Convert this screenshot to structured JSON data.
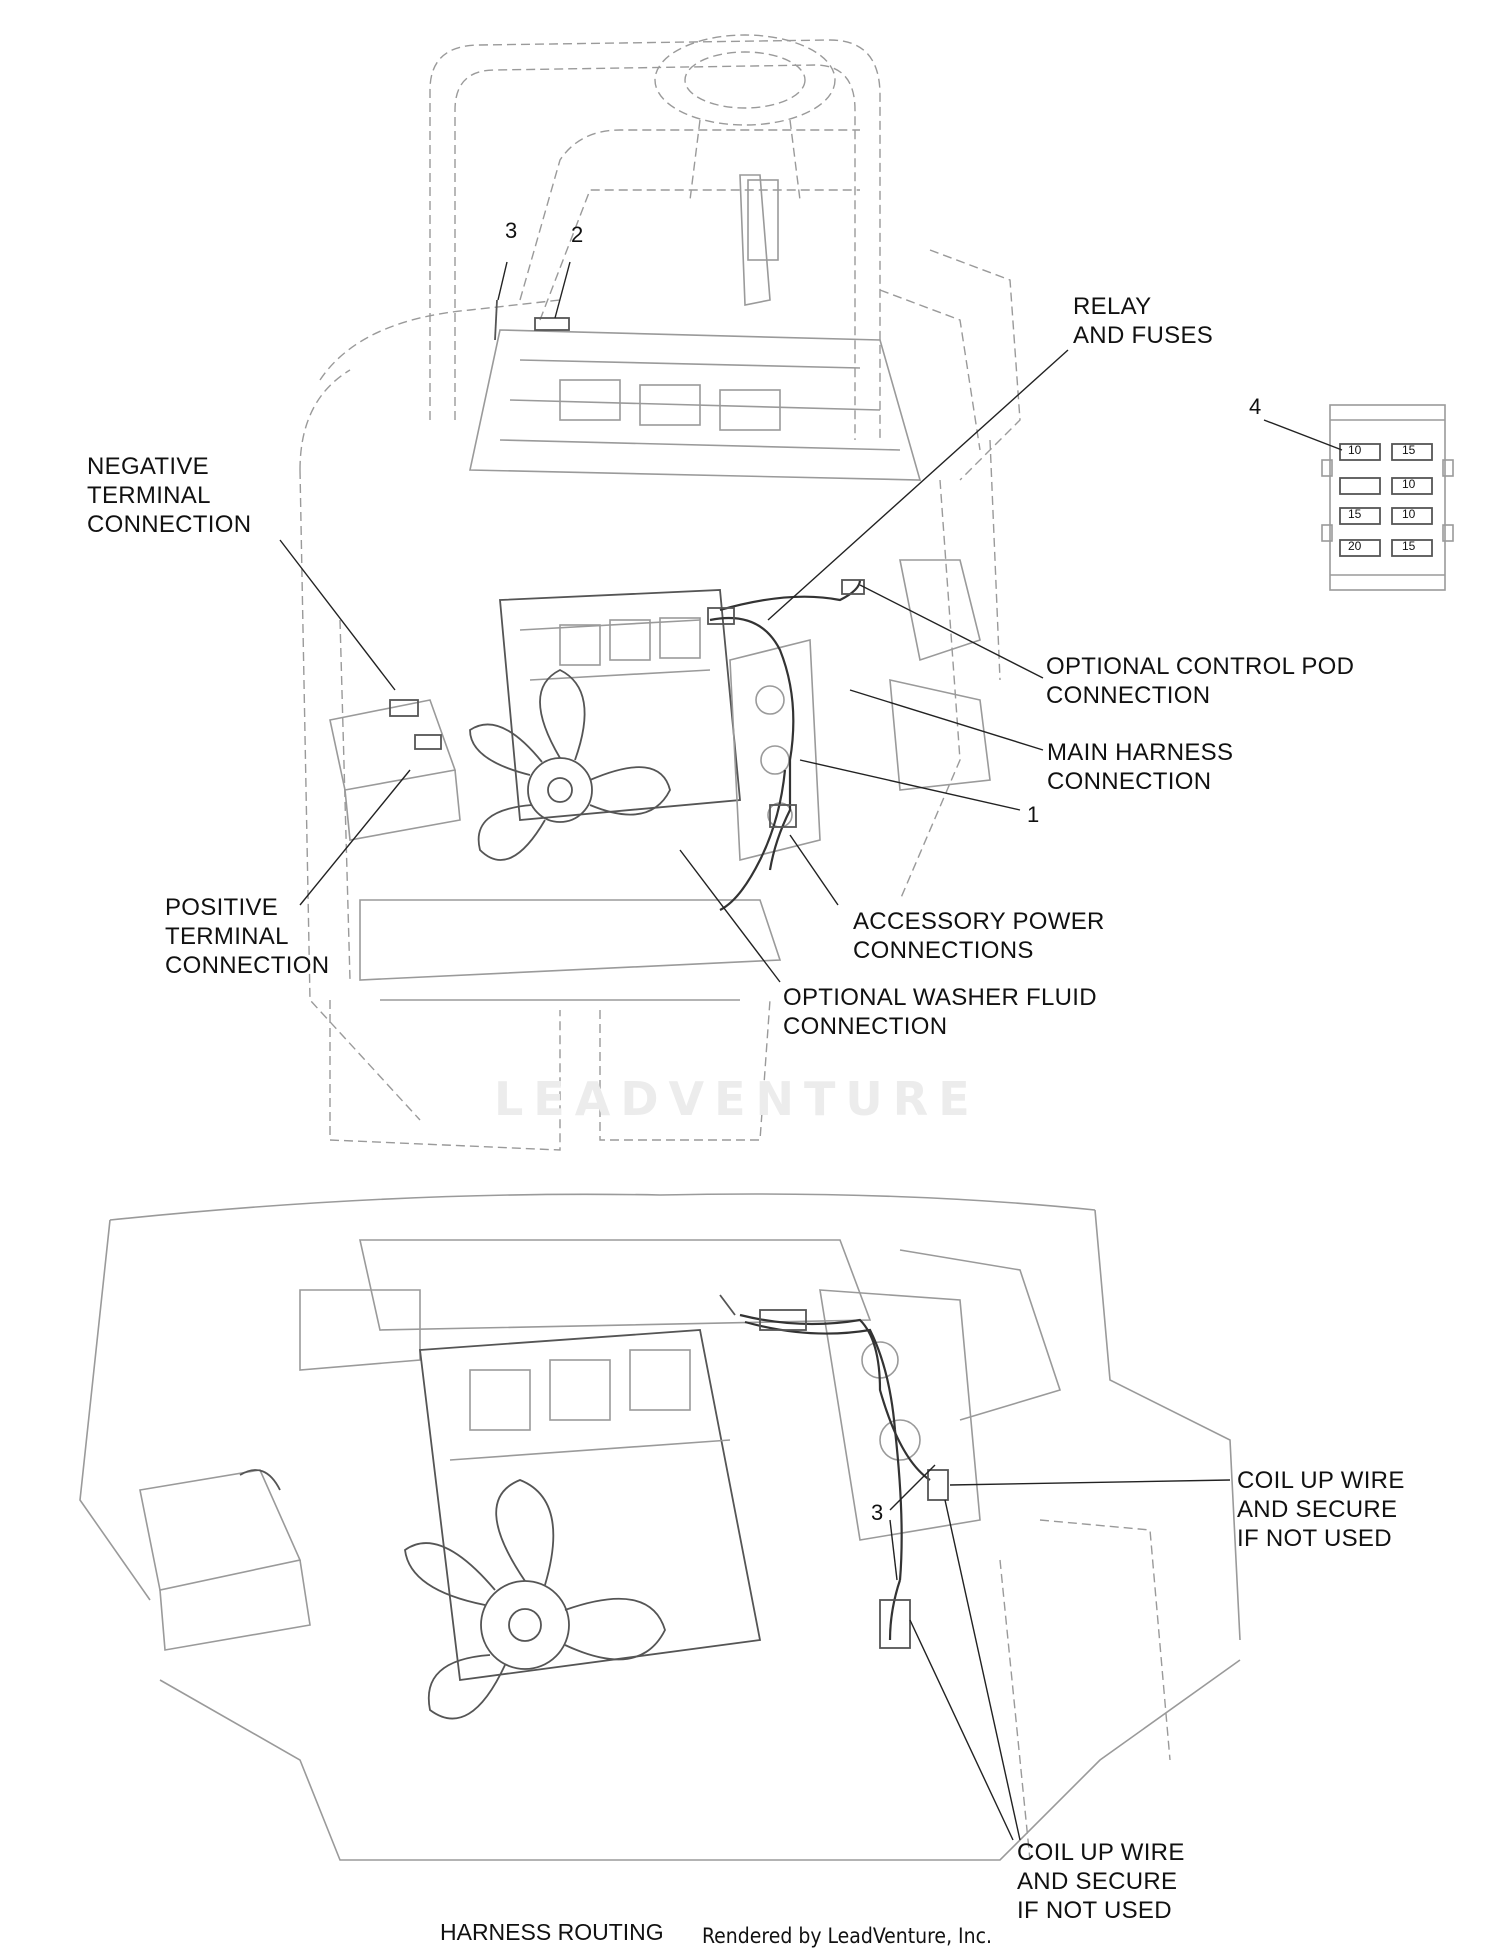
{
  "labels": {
    "relay_fuses": [
      "RELAY",
      "AND FUSES"
    ],
    "negative_terminal": [
      "NEGATIVE",
      "TERMINAL",
      "CONNECTION"
    ],
    "optional_control_pod": [
      "OPTIONAL CONTROL POD",
      "CONNECTION"
    ],
    "main_harness": [
      "MAIN HARNESS",
      "CONNECTION"
    ],
    "positive_terminal": [
      "POSITIVE",
      "TERMINAL",
      "CONNECTION"
    ],
    "accessory_power": [
      "ACCESSORY POWER",
      "CONNECTIONS"
    ],
    "optional_washer": [
      "OPTIONAL WASHER FLUID",
      "CONNECTION"
    ],
    "coil_up_upper": [
      "COIL UP WIRE",
      "AND SECURE",
      "IF NOT USED"
    ],
    "coil_up_lower": [
      "COIL UP WIRE",
      "AND SECURE",
      "IF NOT USED"
    ]
  },
  "callouts": {
    "c1": "1",
    "c2": "2",
    "c3_top": "3",
    "c3_bottom": "3",
    "c4": "4"
  },
  "fuse_ratings": [
    "10",
    "15",
    "10",
    "15",
    "10",
    "20",
    "15"
  ],
  "watermark": "LEADVENTURE",
  "caption": "HARNESS ROUTING",
  "credit": "Rendered by LeadVenture, Inc."
}
